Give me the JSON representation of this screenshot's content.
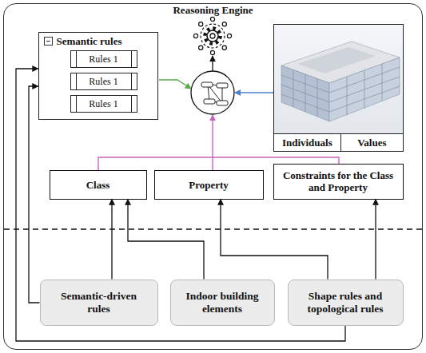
{
  "diagram": {
    "nodes": [
      {
        "text": [
          "Reasoning Engine"
        ]
      },
      {
        "text": [
          "Semantic rules"
        ],
        "in": 0
      },
      {
        "text": [
          "Rules 1"
        ],
        "in": 1
      },
      {
        "text": [
          "Rules 1"
        ],
        "in": 1
      },
      {
        "text": [
          "Rules 1"
        ],
        "in": 1
      },
      {
        "text": [
          "Individuals",
          "Values"
        ],
        "in": 0
      },
      {
        "text": [
          "Class"
        ],
        "in": 0
      },
      {
        "text": [
          "Property"
        ],
        "in": 0
      },
      {
        "text": [
          "Constraints for the Class and Property"
        ],
        "in": 0
      },
      {
        "text": [
          "Semantic-driven rules"
        ],
        "in": 0
      },
      {
        "text": [
          "Indoor building elements"
        ],
        "in": 0
      },
      {
        "text": [
          "Shape rules and topological rules"
        ],
        "in": 0
      }
    ],
    "edges": [
      {
        "from": 9,
        "to": 1,
        "arrow": "to"
      },
      {
        "from": 9,
        "to": 6,
        "arrow": "to"
      },
      {
        "from": 10,
        "to": 6,
        "arrow": "to"
      },
      {
        "from": 11,
        "to": 7,
        "arrow": "to"
      },
      {
        "from": 11,
        "to": 8,
        "arrow": "to"
      },
      {
        "from": 11,
        "to": 1,
        "arrow": "to"
      }
    ]
  }
}
